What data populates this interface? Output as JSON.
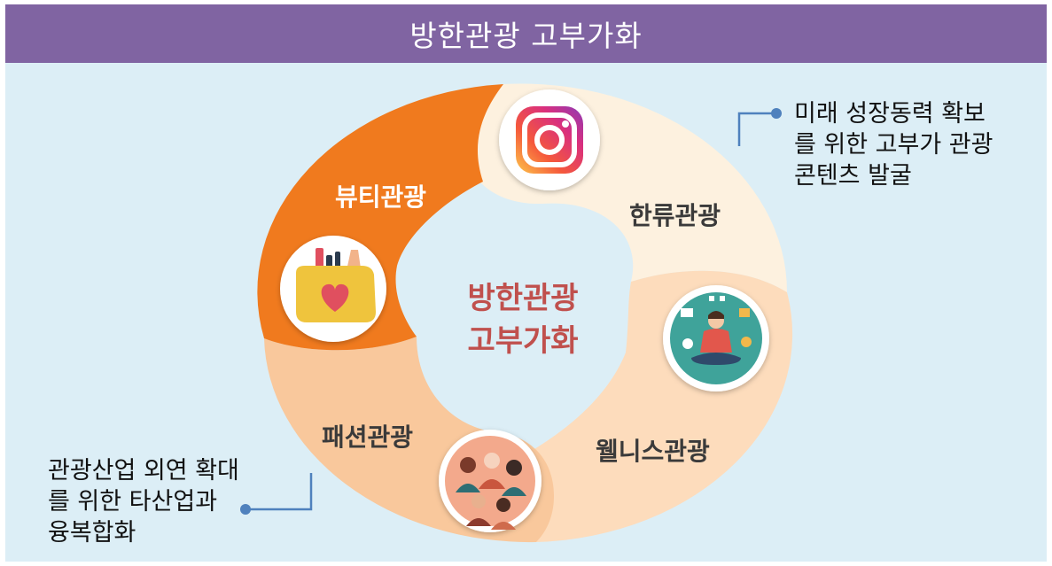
{
  "header": {
    "title": "방한관광 고부가화"
  },
  "center": {
    "line1": "방한관광",
    "line2": "고부가화"
  },
  "segments": [
    {
      "label": "뷰티관광",
      "icon": "cosmetics-bag-icon"
    },
    {
      "label": "한류관광",
      "icon": "instagram-icon"
    },
    {
      "label": "웰니스관광",
      "icon": "meditation-icon"
    },
    {
      "label": "패션관광",
      "icon": "crowd-people-icon"
    }
  ],
  "notes": {
    "right": {
      "lines": [
        "미래 성장동력 확보",
        "를 위한 고부가 관광",
        "콘텐츠 발굴"
      ]
    },
    "left": {
      "lines": [
        "관광산업 외연 확대",
        "를 위한 타산업과",
        "융복합화"
      ]
    }
  },
  "colors": {
    "header": "#8064A2",
    "panel": "#DCEEF6",
    "beauty": "#F07A1E",
    "hallyu": "#FDF1DF",
    "wellness": "#FDDCBC",
    "fashion": "#F9C89C",
    "center_text": "#C0504D",
    "connector": "#4F81BD"
  }
}
